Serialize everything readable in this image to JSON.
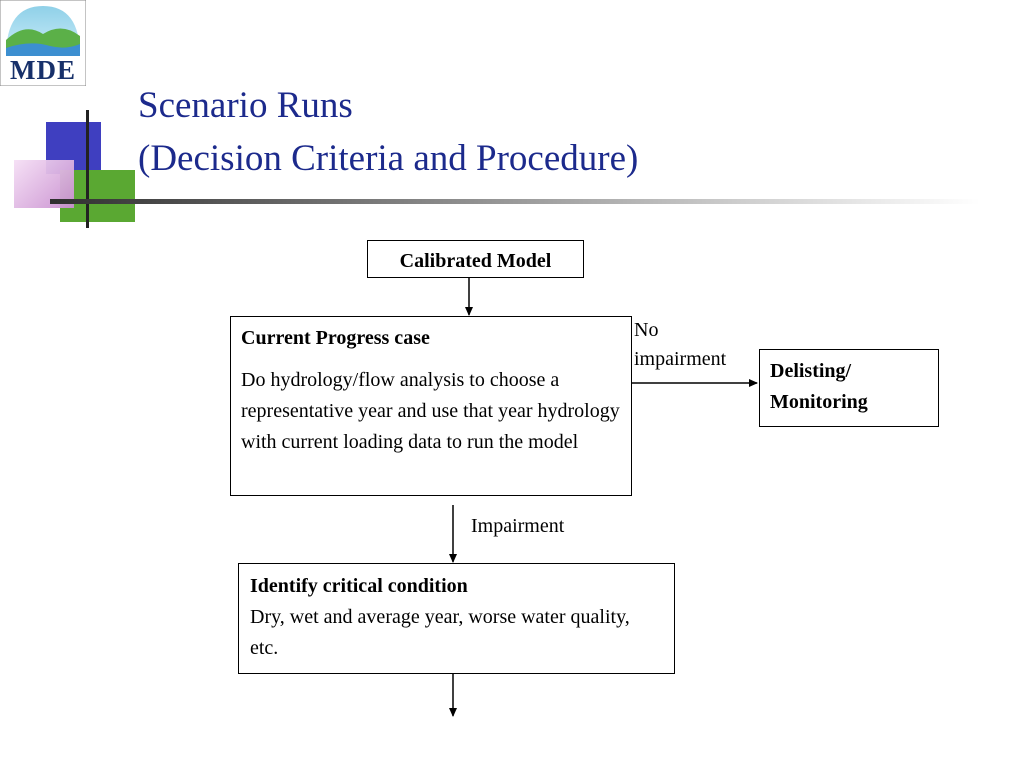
{
  "logo": {
    "text": "MDE"
  },
  "slide": {
    "title_line1": "Scenario Runs",
    "title_line2": "(Decision Criteria and Procedure)"
  },
  "flow": {
    "calibrated_model": "Calibrated Model",
    "current_progress": {
      "heading": "Current Progress case",
      "body": "Do hydrology/flow analysis to choose a  representative year and use that year hydrology with current loading data to run the model"
    },
    "no_impairment_line1": "No",
    "no_impairment_line2": "impairment",
    "delisting_line1": "Delisting/",
    "delisting_line2": "Monitoring",
    "impairment_label": "Impairment",
    "critical": {
      "heading": "Identify critical condition",
      "body": "Dry, wet and average year, worse water quality, etc."
    }
  },
  "colors": {
    "title": "#1c2a8c",
    "square_blue": "#3f3fc0",
    "square_green": "#5aa832",
    "square_pink": "#d9a3d9"
  }
}
